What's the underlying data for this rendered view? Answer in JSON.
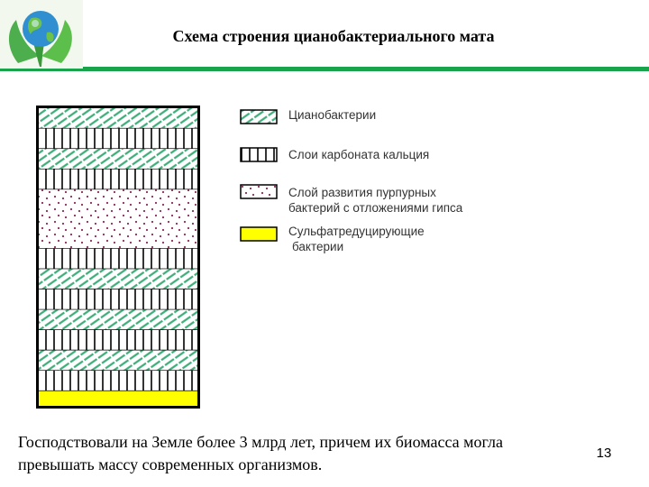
{
  "header": {
    "title": "Схема строения цианобактериального мата"
  },
  "legend": [
    {
      "pattern": "diagonal",
      "label": "Цианобактерии"
    },
    {
      "pattern": "vertical",
      "label": "Слои карбоната кальция"
    },
    {
      "pattern": "dots",
      "label": "Слой развития пурпурных бактерий с отложениями гипса",
      "lines": [
        "Слой развития пурпурных",
        "бактерий с отложениями гипса"
      ]
    },
    {
      "pattern": "yellow",
      "label": "Сульфатредуцирующие бактерии",
      "lines": [
        "Сульфатредуцирующие",
        "бактерии"
      ]
    }
  ],
  "mat_layers": [
    "diagonal",
    "vertical",
    "diagonal",
    "vertical",
    "dots",
    "vertical",
    "diagonal",
    "vertical",
    "diagonal",
    "vertical",
    "diagonal",
    "vertical",
    "yellow"
  ],
  "colors": {
    "accent_green": "#19a34a",
    "cyano_stripe": "#3fae7a",
    "dots": "#8a2a5a",
    "sulfate_yellow": "#ffff00"
  },
  "caption": "Господствовали на Земле более 3 млрд лет, причем их биомасса могла превышать массу современных организмов.",
  "page_number": "13"
}
